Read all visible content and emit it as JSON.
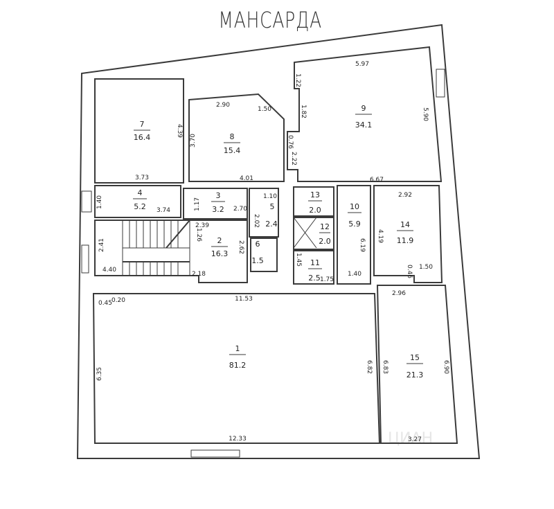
{
  "title": "МАНСАРДА",
  "watermark": "ЦИАН",
  "rooms": [
    {
      "id": "1",
      "num": "1",
      "area": "81.2"
    },
    {
      "id": "2",
      "num": "2",
      "area": "16.3"
    },
    {
      "id": "3",
      "num": "3",
      "area": "3.2"
    },
    {
      "id": "4",
      "num": "4",
      "area": "5.2"
    },
    {
      "id": "5",
      "num": "5",
      "area": "2.4"
    },
    {
      "id": "6",
      "num": "6",
      "area": "1.5"
    },
    {
      "id": "7",
      "num": "7",
      "area": "16.4"
    },
    {
      "id": "8",
      "num": "8",
      "area": "15.4"
    },
    {
      "id": "9",
      "num": "9",
      "area": "34.1"
    },
    {
      "id": "10",
      "num": "10",
      "area": "5.9"
    },
    {
      "id": "11",
      "num": "11",
      "area": "2.5"
    },
    {
      "id": "12",
      "num": "12",
      "area": "2.0"
    },
    {
      "id": "13",
      "num": "13",
      "area": "2.0"
    },
    {
      "id": "14",
      "num": "14",
      "area": "11.9"
    },
    {
      "id": "15",
      "num": "15",
      "area": "21.3"
    }
  ],
  "dimensions": {
    "r7_w": "3.73",
    "r7_h": "4.39",
    "r8_top": "2.90",
    "r8_diag": "1.50",
    "r8_left": "3.70",
    "r8_right": "0.76",
    "r8_bottom": "4.01",
    "r9_top": "5.97",
    "r9_notch": "1.22",
    "r9_left": "1.82",
    "r9_right": "5.90",
    "r9_low": "2.22",
    "r9_bottom": "6.67",
    "r4_w": "3.74",
    "r4_h": "1.40",
    "r3_h": "1.17",
    "r3_w": "2.70",
    "r3_b": "2.39",
    "r5_w": "1.10",
    "r5_h": "2.02",
    "r2_a": "1.26",
    "r2_b": "2.62",
    "r2_c": "2.18",
    "r2_d": "2.41",
    "r2_e": "4.40",
    "r11_h": "1.45",
    "r11_w": "1.75",
    "r10_h": "6.19",
    "r10_w": "1.40",
    "r14_top": "2.92",
    "r14_left": "4.19",
    "r14_low": "0.46",
    "r14_w": "1.50",
    "r1_top": "11.53",
    "r1_a": "0.45",
    "r1_b": "0.20",
    "r1_left": "6.35",
    "r1_right": "6.82",
    "r1_bottom": "12.33",
    "r15_top": "2.96",
    "r15_left": "6.83",
    "r15_right": "6.90",
    "r15_bottom": "3.27"
  }
}
